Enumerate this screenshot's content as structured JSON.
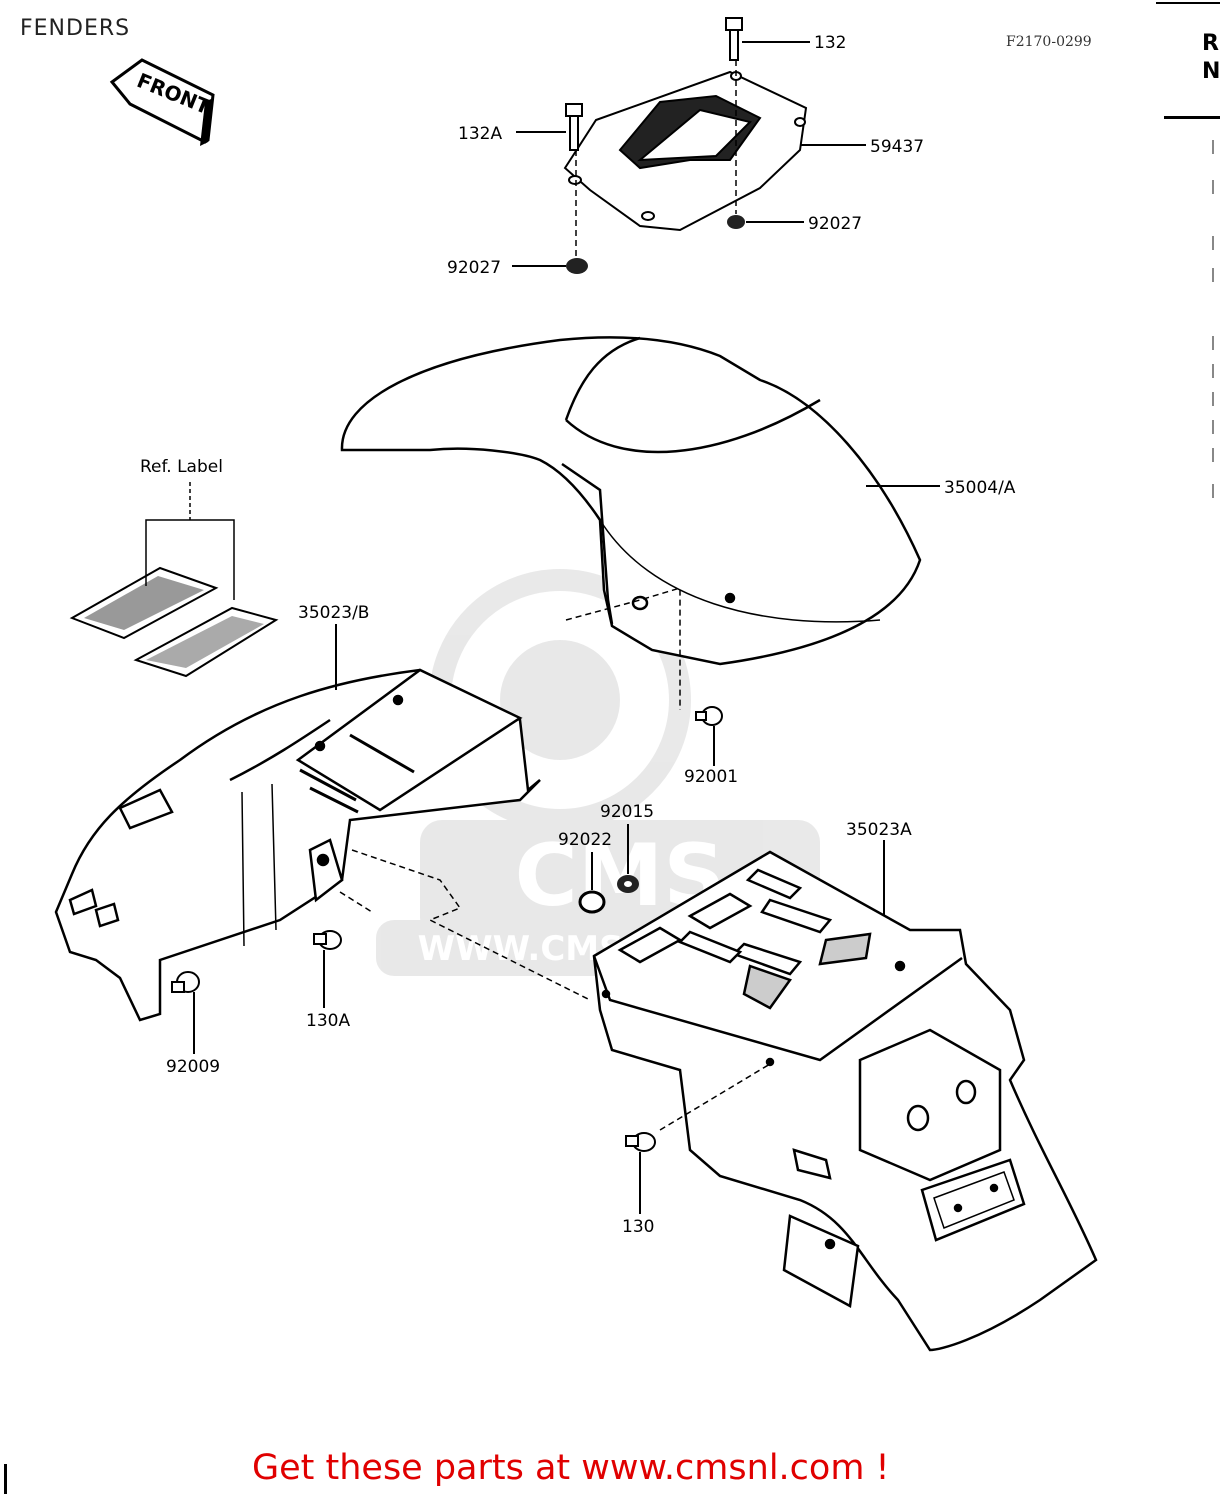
{
  "page": {
    "title": "FENDERS",
    "ref_code": "F2170-0299",
    "side_header": [
      "R",
      "N"
    ],
    "footer": "Get these parts at www.cmsnl.com !",
    "front_arrow": "FRONT"
  },
  "watermark": {
    "text_main": "CMS",
    "text_url": "WWW.CMSNL.COM"
  },
  "callouts": {
    "p132": "132",
    "p132A": "132A",
    "p59437": "59437",
    "p92027_right": "92027",
    "p92027_left": "92027",
    "p35004A": "35004/A",
    "ref_label": "Ref.  Label",
    "p35023B": "35023/B",
    "p92001": "92001",
    "p92015": "92015",
    "p92022": "92022",
    "p35023A": "35023A",
    "p130A": "130A",
    "p92009": "92009",
    "p130": "130"
  }
}
